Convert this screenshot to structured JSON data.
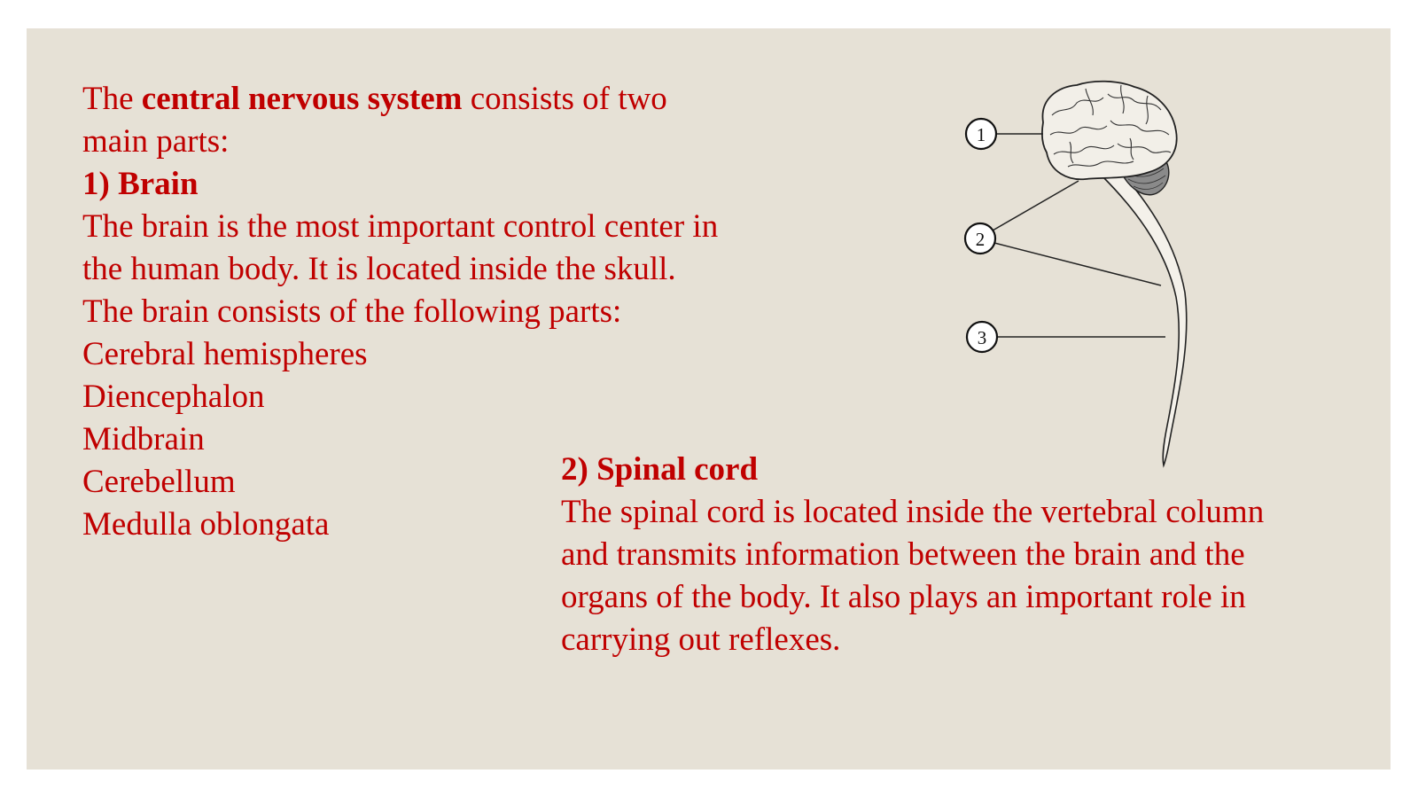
{
  "intro": {
    "part1": "The ",
    "bold": "central nervous system",
    "part2": " consists of two",
    "line2": "main parts:"
  },
  "brain": {
    "heading": "1) Brain",
    "desc_line1": "The brain is the most important control center in",
    "desc_line2": "the human body. It is located inside the skull.",
    "parts_intro": "The brain consists of the following parts:",
    "parts": [
      "Cerebral hemispheres",
      "Diencephalon",
      "Midbrain",
      "Cerebellum",
      "Medulla oblongata"
    ]
  },
  "spinal_cord": {
    "heading": "2) Spinal cord",
    "lines": [
      "The spinal cord is located inside the vertebral column",
      "and transmits information between the brain and the",
      "organs of the body. It also plays an important role in",
      "carrying out reflexes."
    ]
  },
  "diagram": {
    "labels": [
      "1",
      "2",
      "3"
    ]
  },
  "colors": {
    "text": "#c00000",
    "background": "#e6e1d6"
  }
}
